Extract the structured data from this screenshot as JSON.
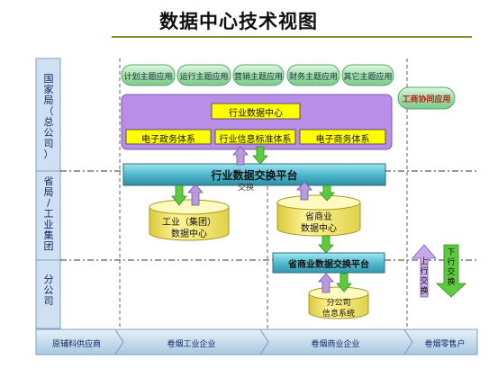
{
  "title": "数据中心技术视图",
  "rows": [
    "国家局（总公司）",
    "省局/工业集团",
    "分公司"
  ],
  "apps": [
    "计划主题应用",
    "运行主题应用",
    "营销主题应用",
    "财务主题应用",
    "其它主题应用"
  ],
  "right_app": "工商协同应用",
  "industry_center": "行业数据中心",
  "systems": [
    "电子政务体系",
    "行业信息标准体系",
    "电子商务体系"
  ],
  "industry_exchange": "行业数据交换平台",
  "stray_text": "交换",
  "industry_group_db": "工业（集团）数据中心",
  "province_commerce_db": "省商业数据中心",
  "province_exchange": "省商业数据交换平台",
  "branch_db": "分公司信息系统",
  "upstream": "上行交换",
  "downstream": "下行交换",
  "chain": [
    "原辅料供应商",
    "卷烟工业企业",
    "卷烟商业企业",
    "卷烟零售户"
  ],
  "colors": {
    "accent_purple": "#b98ee8",
    "yellow": "#ffff00",
    "cylinder": "#f7ec6a",
    "exchange_bar": "#4fb8cc",
    "green_pill": "#9fe0a8",
    "arrow_green": "#5ccc3c",
    "arrow_violet": "#b79ae0",
    "chain_bar": "#b8d4e8"
  }
}
